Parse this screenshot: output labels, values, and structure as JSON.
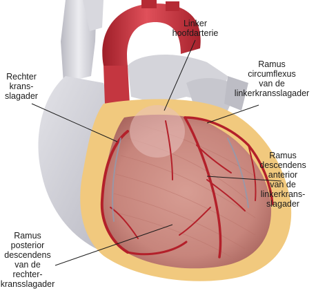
{
  "labels": {
    "aorta": "Linker\nhoofdarterie",
    "right_coronary": "Rechter\nkrans-\nslagader",
    "circumflex": "Ramus\ncircumflexus\nvan de\nlinkerkransslagader",
    "anterior_descending": "Ramus\ndescendens\nanterior\nvan de\nlinkerkrans-\nslagader",
    "posterior_descending": "Ramus\nposterior\ndescendens\nvan de\nrechter-\nkransslagader"
  },
  "colors": {
    "background": "#ffffff",
    "aorta_red": "#c8323c",
    "vessel_grey": "#d3d3d8",
    "muscle": "#c98a82",
    "fat": "#f2cf86",
    "artery": "#b3202a",
    "leader_line": "#1a1a1a"
  }
}
